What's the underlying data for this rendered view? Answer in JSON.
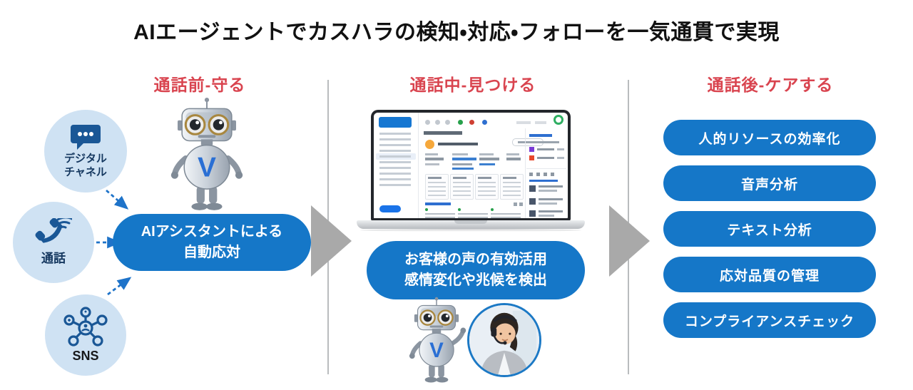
{
  "title": "AIエージェントでカスハラの検知・対応・フォローを一気通貫で実現",
  "stages": {
    "before": {
      "header": "通話前-守る"
    },
    "during": {
      "header": "通話中-見つける"
    },
    "after": {
      "header": "通話後-ケアする"
    }
  },
  "channels": [
    {
      "label": "デジタル\nチャネル",
      "icon": "chat-bubble-icon"
    },
    {
      "label": "通話",
      "icon": "phone-icon"
    },
    {
      "label": "SNS",
      "icon": "sns-network-icon"
    }
  ],
  "before_box": {
    "line1": "AIアシスタントによる",
    "line2": "自動応対"
  },
  "during_box": {
    "line1": "お客様の声の有効活用",
    "line2": "感情変化や兆候を検出"
  },
  "after_boxes": [
    "人的リソースの効率化",
    "音声分析",
    "テキスト分析",
    "応対品質の管理",
    "コンプライアンスチェック"
  ],
  "robot": {
    "chest_letter": "V"
  },
  "colors": {
    "primary_blue": "#1577c8",
    "light_blue_circle": "#cfe2f3",
    "icon_navy": "#1a5796",
    "header_red": "#d9444f",
    "arrow_gray": "#a9a9a9",
    "dashed_arrow_blue": "#1e73c9"
  }
}
